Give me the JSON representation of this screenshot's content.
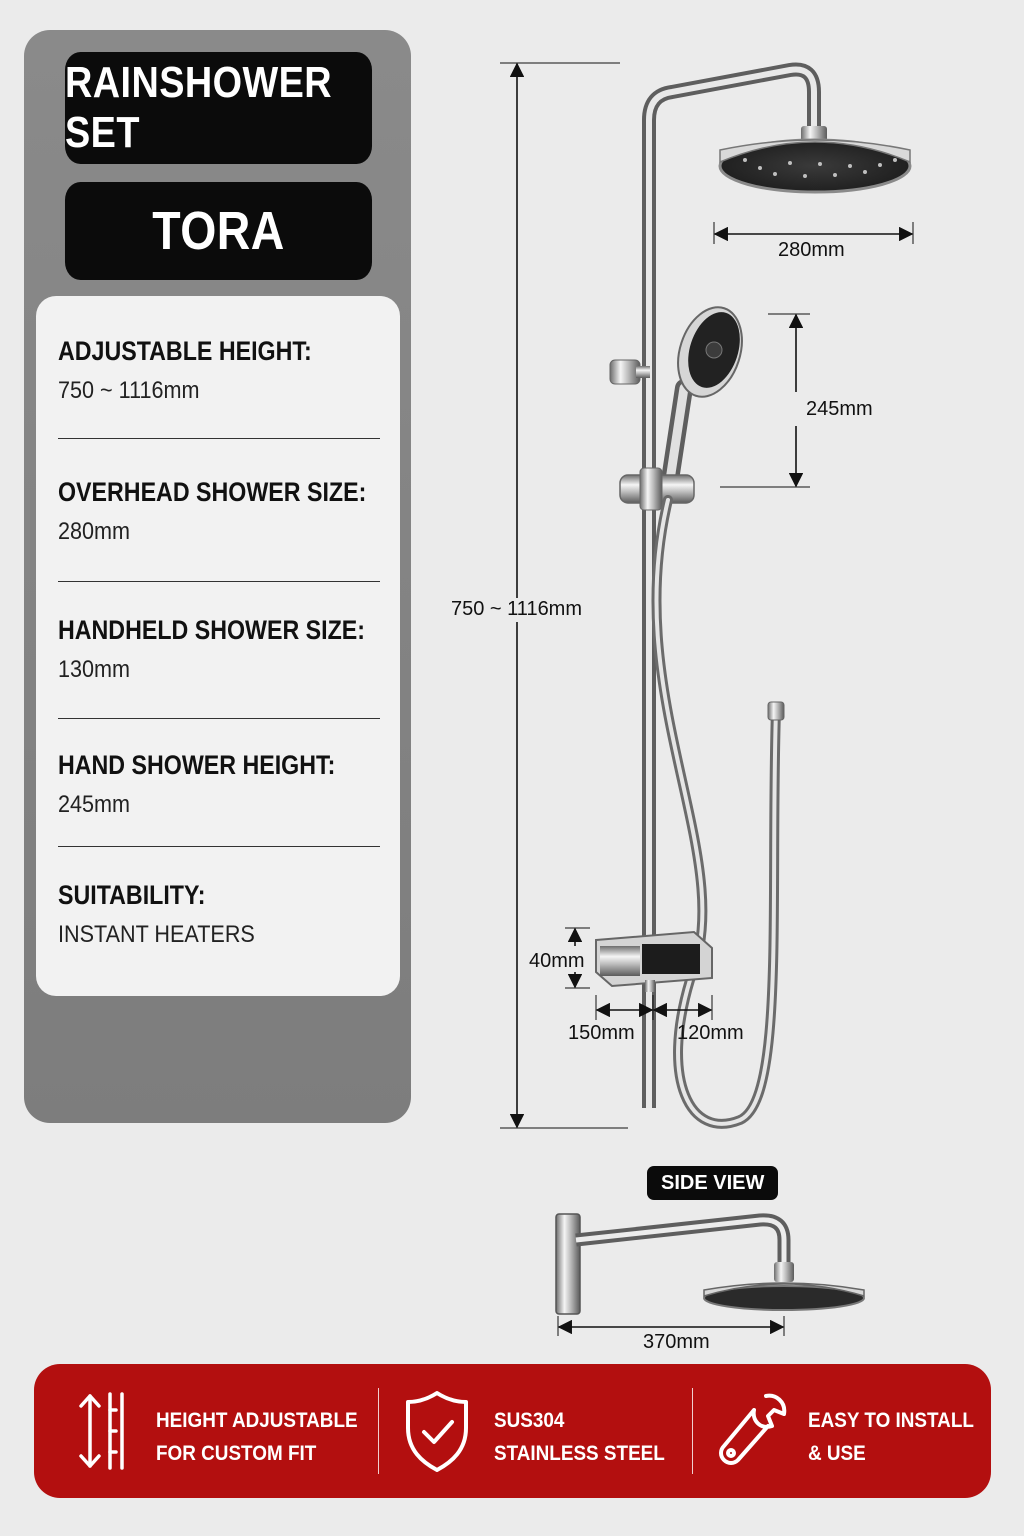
{
  "title": {
    "line1": "RAINSHOWER SET",
    "line2": "TORA"
  },
  "specs": [
    {
      "label": "ADJUSTABLE HEIGHT:",
      "value": "750 ~ 1116mm"
    },
    {
      "label": "OVERHEAD SHOWER SIZE:",
      "value": "280mm"
    },
    {
      "label": "HANDHELD SHOWER SIZE:",
      "value": "130mm"
    },
    {
      "label": "HAND SHOWER HEIGHT:",
      "value": "245mm"
    },
    {
      "label": "SUITABILITY:",
      "value": "INSTANT HEATERS"
    }
  ],
  "diagram": {
    "head_width": "280mm",
    "hand_height": "245mm",
    "total_height": "750 ~ 1116mm",
    "shelf_height": "40mm",
    "shelf_left": "150mm",
    "shelf_right": "120mm",
    "side_view_label": "SIDE VIEW",
    "arm_length": "370mm"
  },
  "features": [
    {
      "icon": "height-adjust-icon",
      "line1": "HEIGHT ADJUSTABLE",
      "line2": "FOR CUSTOM FIT"
    },
    {
      "icon": "shield-check-icon",
      "line1": "SUS304",
      "line2": "STAINLESS STEEL"
    },
    {
      "icon": "wrench-icon",
      "line1": "EASY TO INSTALL",
      "line2": "& USE"
    }
  ],
  "colors": {
    "accent_red": "#b30f0f",
    "panel_gray": "#858585",
    "title_black": "#0b0b0b",
    "chrome": "#c9c9c9"
  }
}
